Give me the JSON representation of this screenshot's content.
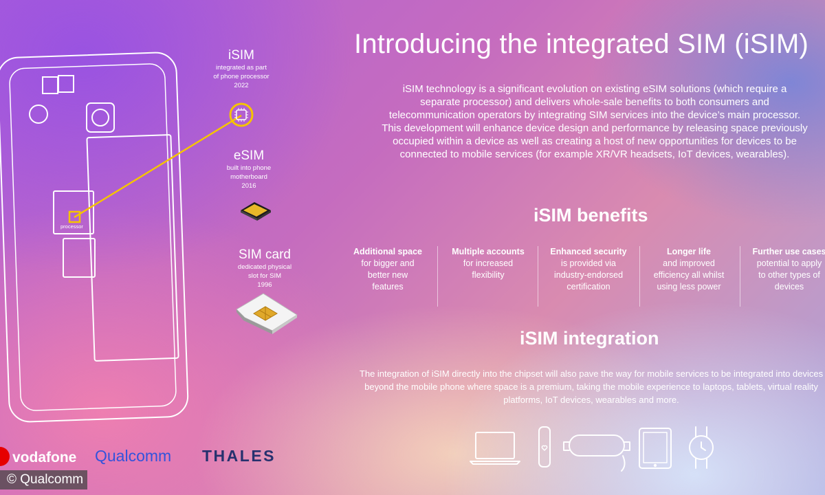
{
  "title": "Introducing the integrated SIM (iSIM)",
  "intro": "iSIM technology is a significant evolution on existing eSIM solutions (which require a separate processor) and delivers whole-sale benefits to both consumers and telecommunication operators by integrating SIM services into the device’s main processor. This development will enhance device design and performance by releasing space previously occupied within a device as well as creating a host of new opportunities for devices to be connected to mobile services (for example XR/VR headsets, IoT devices, wearables).",
  "generations": [
    {
      "name": "iSIM",
      "desc": [
        "integrated as part",
        "of phone processor",
        "2022"
      ]
    },
    {
      "name": "eSIM",
      "desc": [
        "built into phone",
        "motherboard",
        "2016"
      ]
    },
    {
      "name": "SIM card",
      "desc": [
        "dedicated physical",
        "slot for SIM",
        "1996"
      ]
    }
  ],
  "processor_label": "processor",
  "benefits_heading": "iSIM benefits",
  "benefits": [
    {
      "title": "Additional space",
      "desc": [
        "for bigger and",
        "better new",
        "features"
      ]
    },
    {
      "title": "Multiple accounts",
      "desc": [
        "for increased",
        "flexibility"
      ]
    },
    {
      "title": "Enhanced security",
      "desc": [
        "is provided via",
        "industry-endorsed",
        "certification"
      ]
    },
    {
      "title": "Longer life",
      "desc": [
        "and improved",
        "efficiency all whilst",
        "using less power"
      ]
    },
    {
      "title": "Further use cases",
      "desc": [
        "potential to apply",
        "to other types of",
        "devices"
      ]
    }
  ],
  "integration_heading": "iSIM integration",
  "integration_text": "The integration of iSIM directly into the chipset will also pave the way for mobile services to be integrated into devices beyond the mobile phone where space is a premium, taking the mobile experience to laptops, tablets, virtual reality platforms, IoT devices, wearables and more.",
  "device_icons": [
    "laptop-icon",
    "fitness-band-icon",
    "vr-headset-icon",
    "tablet-icon",
    "smartwatch-icon"
  ],
  "logos": {
    "vodafone": "vodafone",
    "qualcomm": "Qualcomm",
    "thales": "THALES"
  },
  "credit": "© Qualcomm",
  "colors": {
    "accent": "#f5c400",
    "vodafone_red": "#e60000",
    "qualcomm_blue": "#3253dc",
    "thales_navy": "#26316e"
  }
}
